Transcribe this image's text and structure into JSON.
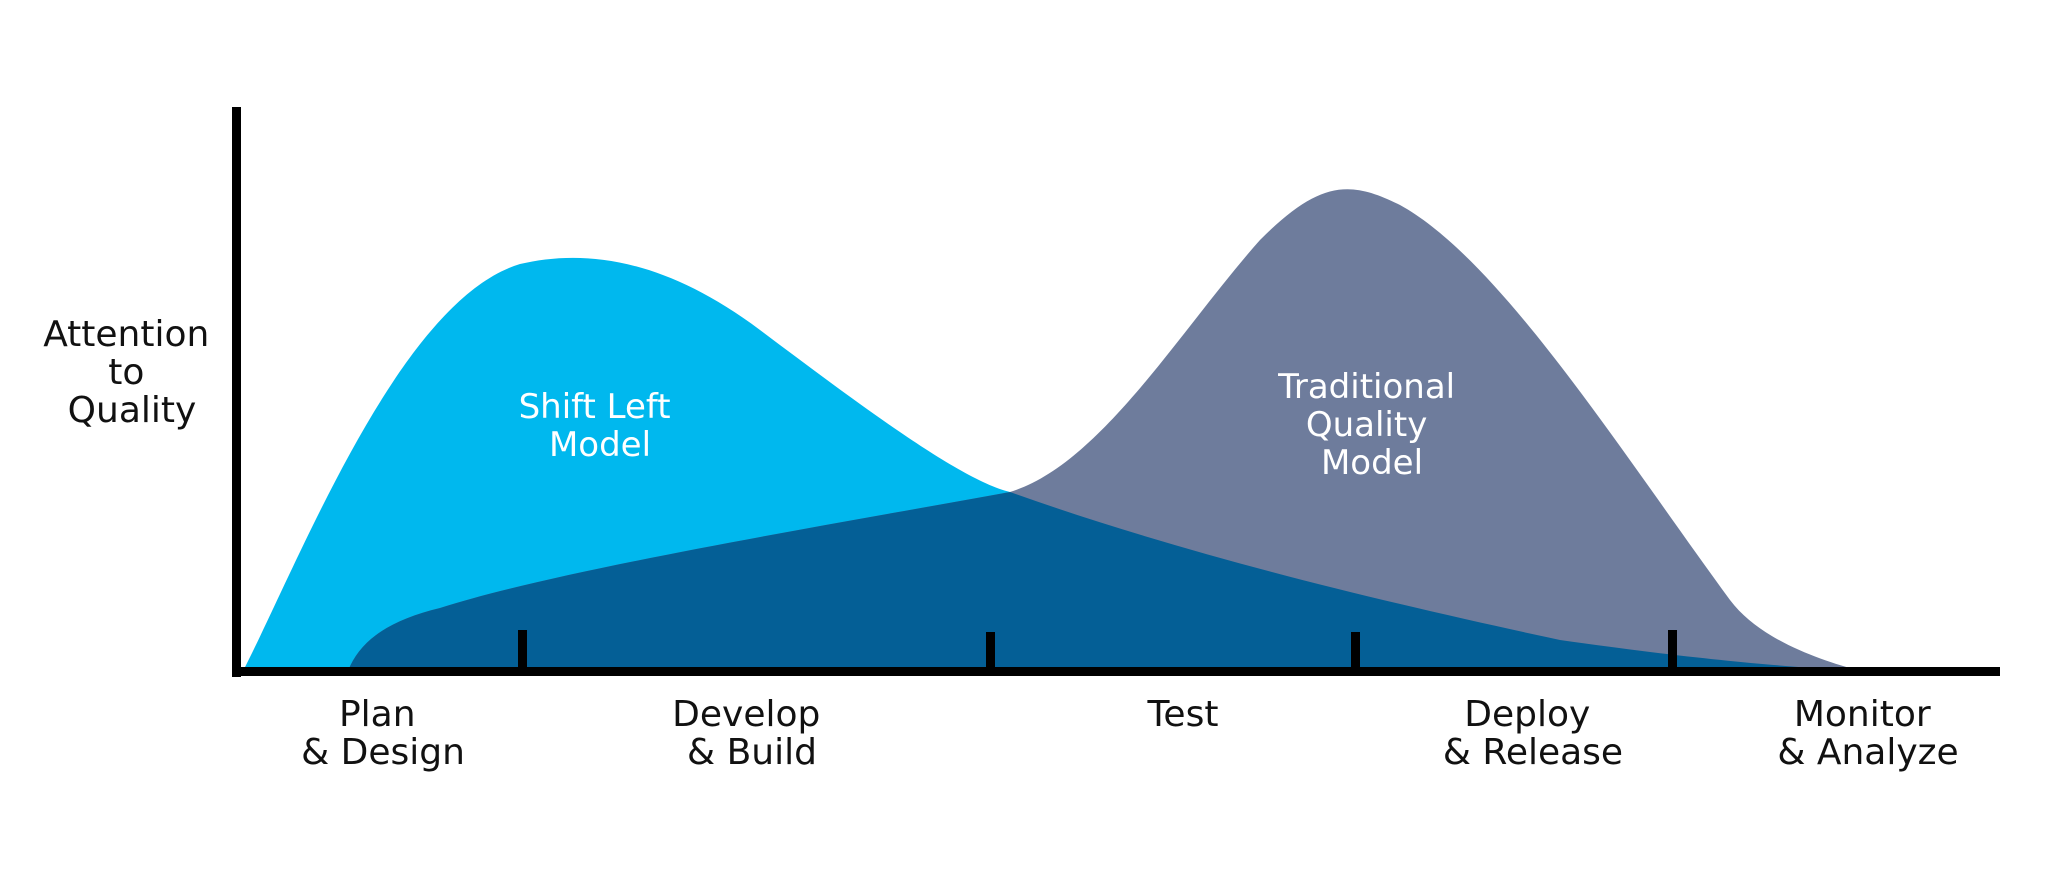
{
  "diagram": {
    "y_axis_label": [
      "Attention",
      "to",
      "Quality"
    ],
    "shift_left_label": [
      "Shift Left",
      "Model"
    ],
    "traditional_label": [
      "Traditional",
      "Quality",
      "Model"
    ],
    "stages": [
      [
        "Plan",
        "& Design"
      ],
      [
        "Develop",
        "& Build"
      ],
      [
        "Test"
      ],
      [
        "Deploy",
        "& Release"
      ],
      [
        "Monitor",
        "& Analyze"
      ]
    ]
  },
  "colors": {
    "shift_left": "#00b8ee",
    "traditional": "#6e7c9c",
    "overlap": "#045f96",
    "axis": "#000000"
  }
}
